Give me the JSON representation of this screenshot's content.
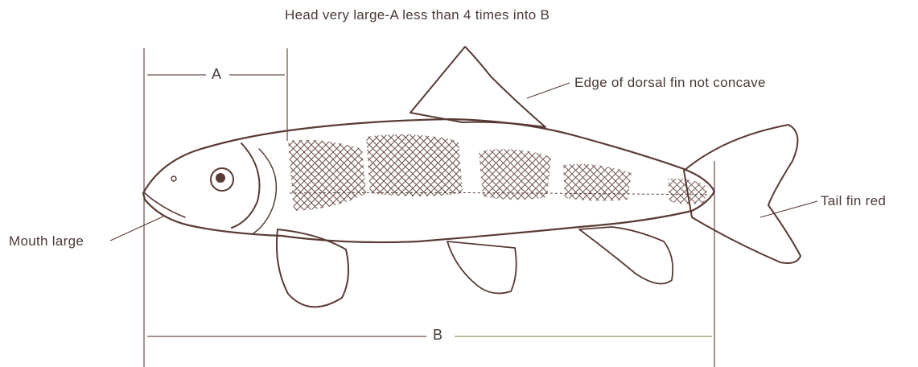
{
  "title": "Head very large-A less than 4 times into B",
  "labels": {
    "dorsal": "Edge of dorsal fin not concave",
    "tail": "Tail fin red",
    "mouth": "Mouth large"
  },
  "dimensions": {
    "a": "A",
    "b": "B"
  },
  "colors": {
    "ink": "#5a3a34",
    "text": "#4a3a36",
    "background": "#ffffff"
  }
}
